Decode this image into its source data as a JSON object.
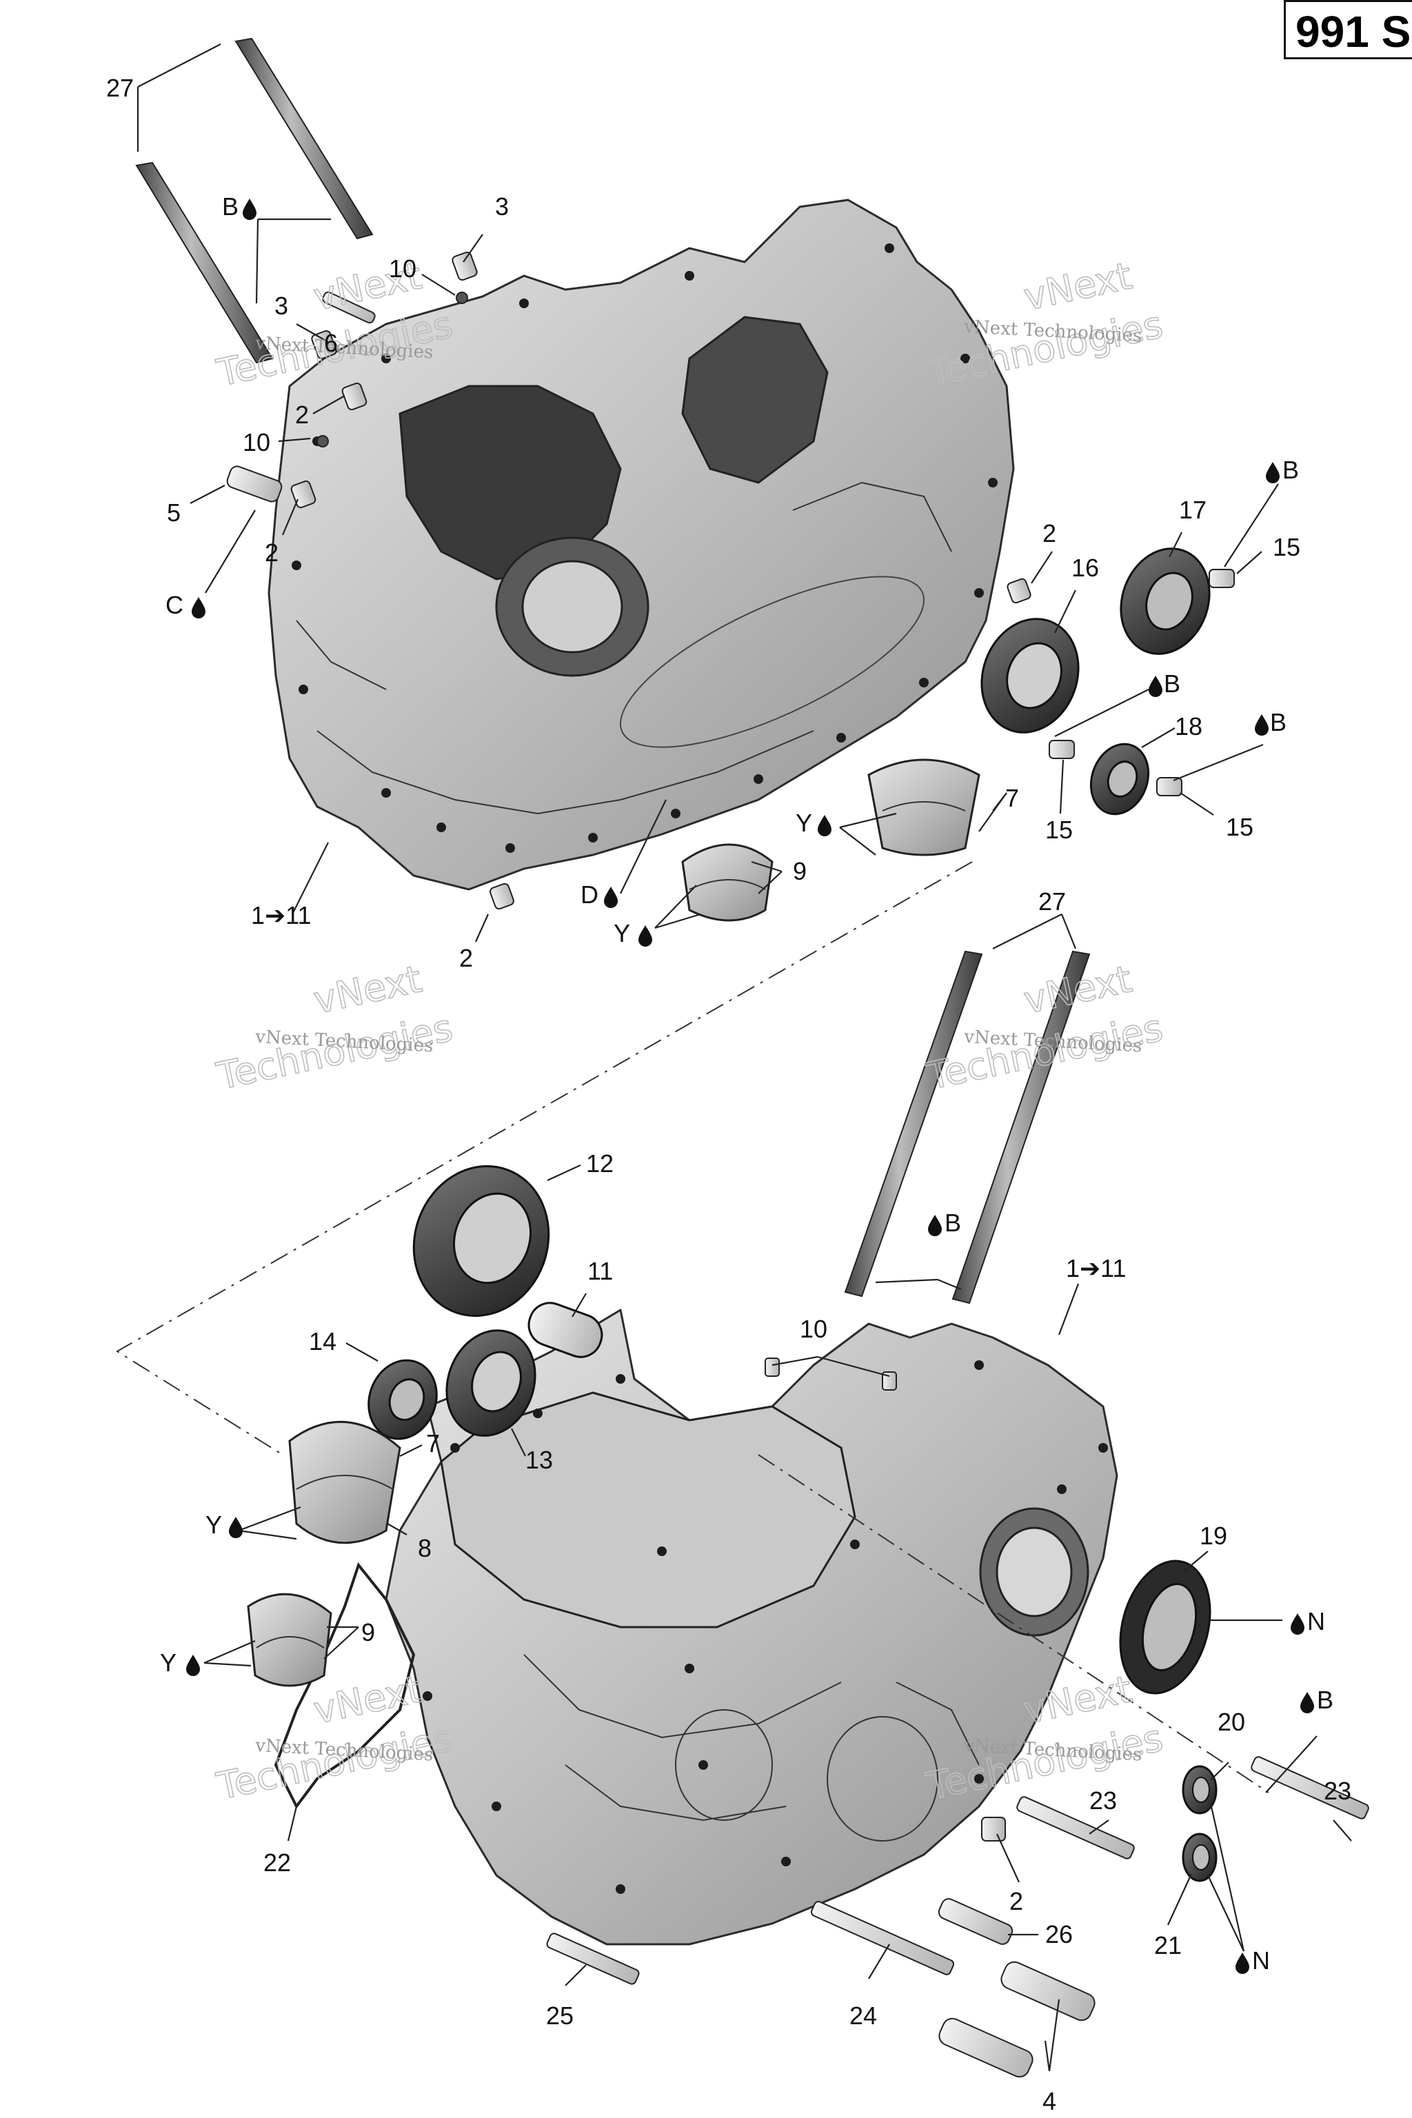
{
  "part_code": "991 S",
  "watermark": {
    "line1": "vNext",
    "line2": "Technologies",
    "small": "vNext Technologies"
  },
  "labels": {
    "l27a": "27",
    "lBa": "B",
    "l3a": "3",
    "l10a": "10",
    "l3b": "3",
    "l6": "6",
    "l2a": "2",
    "l10b": "10",
    "l5": "5",
    "l2b": "2",
    "lCa": "C",
    "l2c": "2",
    "l17": "17",
    "lBb": "B",
    "l15a": "15",
    "l16": "16",
    "lBc": "B",
    "l18": "18",
    "lBd": "B",
    "l15b": "15",
    "l15c": "15",
    "l7a": "7",
    "lYa": "Y",
    "l9a": "9",
    "lD": "D",
    "lYb": "Y",
    "l111a": "1➔11",
    "l2d": "2",
    "l27b": "27",
    "l12": "12",
    "l11": "11",
    "lBe": "B",
    "l111b": "1➔11",
    "l14": "14",
    "l10c": "10",
    "l13": "13",
    "l7b": "7",
    "lYc": "Y",
    "l8": "8",
    "l19": "19",
    "lNa": "N",
    "l9b": "9",
    "lYd": "Y",
    "lBf": "B",
    "l20": "20",
    "l23a": "23",
    "l23b": "23",
    "l22": "22",
    "l2e": "2",
    "l26": "26",
    "l21": "21",
    "lNb": "N",
    "l25": "25",
    "l24": "24",
    "l4": "4"
  }
}
